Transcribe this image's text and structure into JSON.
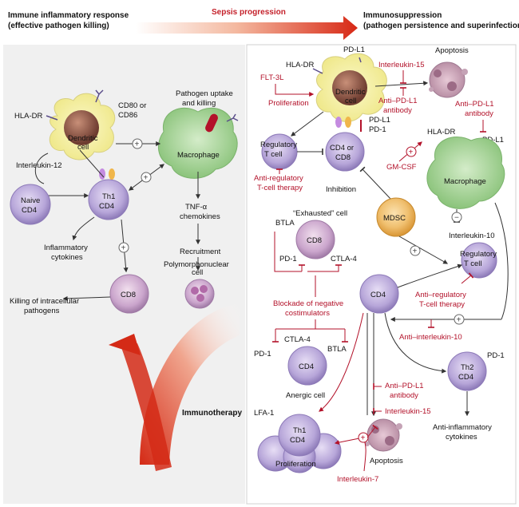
{
  "header": {
    "left_line1": "Immune inflammatory response",
    "left_line2": "(effective pathogen killing)",
    "center": "Sepsis progression",
    "right_line1": "Immunosuppression",
    "right_line2": "(pathogen persistence and superinfection)"
  },
  "left": {
    "hla_dr": "HLA-DR",
    "cd80_1": "CD80 or",
    "cd80_2": "CD86",
    "dendritic_1": "Dendritic",
    "dendritic_2": "cell",
    "pathogen_1": "Pathogen uptake",
    "pathogen_2": "and killing",
    "macrophage": "Macrophage",
    "il12": "Interleukin-12",
    "naive_1": "Naive",
    "naive_2": "CD4",
    "th1_1": "Th1",
    "th1_2": "CD4",
    "tnf_1": "TNF-α",
    "tnf_2": "chemokines",
    "inflam_1": "Inflammatory",
    "inflam_2": "cytokines",
    "recruitment": "Recruitment",
    "pmn_1": "Polymorphonuclear",
    "pmn_2": "cell",
    "cd8": "CD8",
    "killing_1": "Killing of intracellular",
    "killing_2": "pathogens",
    "immunotherapy": "Immunotherapy"
  },
  "right": {
    "hla_dr": "HLA-DR",
    "pd_l1_top": "PD-L1",
    "apoptosis_top": "Apoptosis",
    "flt3l": "FLT-3L",
    "il15_top": "Interleukin-15",
    "proliferation_top": "Proliferation",
    "dendritic_1": "Dendritic",
    "dendritic_2": "cell",
    "anti_pdl1_a1": "Anti–PD-L1",
    "anti_pdl1_a2": "antibody",
    "anti_pdl1_b1": "Anti–PD-L1",
    "anti_pdl1_b2": "antibody",
    "pd_l1_mid": "PD-L1",
    "pd_1_mid": "PD-1",
    "treg_1": "Regulatory",
    "treg_2": "T cell",
    "cd4cd8_1": "CD4 or",
    "cd4cd8_2": "CD8",
    "gmcsf": "GM-CSF",
    "hla_dr_2": "HLA-DR",
    "pd_l1_right": "PD-L1",
    "anti_reg_1": "Anti-regulatory",
    "anti_reg_2": "T-cell therapy",
    "inhibition": "Inhibition",
    "macrophage": "Macrophage",
    "exhausted": "“Exhausted” cell",
    "btla": "BTLA",
    "cd8": "CD8",
    "mdsc": "MDSC",
    "pd_1_ex": "PD-1",
    "ctla4_ex": "CTLA-4",
    "il10": "Interleukin-10",
    "treg2_1": "Regulatory",
    "treg2_2": "T cell",
    "blockade_1": "Blockade of negative",
    "blockade_2": "costimulators",
    "cd4": "CD4",
    "anti_reg2_1": "Anti–regulatory",
    "anti_reg2_2": "T-cell therapy",
    "ctla4_an": "CTLA-4",
    "pd_1_an": "PD-1",
    "btla_an": "BTLA",
    "cd4_an": "CD4",
    "anergic": "Anergic cell",
    "anti_il10": "Anti–interleukin-10",
    "pd_1_th2": "PD-1",
    "th2_1": "Th2",
    "th2_2": "CD4",
    "anti_pdl1_c1": "Anti–PD-L1",
    "anti_pdl1_c2": "antibody",
    "il15_bottom": "Interleukin-15",
    "lfa1": "LFA-1",
    "th1_1": "Th1",
    "th1_2": "CD4",
    "proliferation_bottom": "Proliferation",
    "apoptosis_bottom": "Apoptosis",
    "antiinflam_1": "Anti-inflammatory",
    "antiinflam_2": "cytokines",
    "il7": "Interleukin-7"
  },
  "colors": {
    "inhibitor_red": "#b3122a",
    "dendritic_yellow": "#f3ef9a",
    "macrophage_green": "#a9d79a",
    "tcell_purple": "#b7a6d9",
    "left_bg": "#f0f0f0",
    "mdsc_orange": "#e9a13c"
  }
}
